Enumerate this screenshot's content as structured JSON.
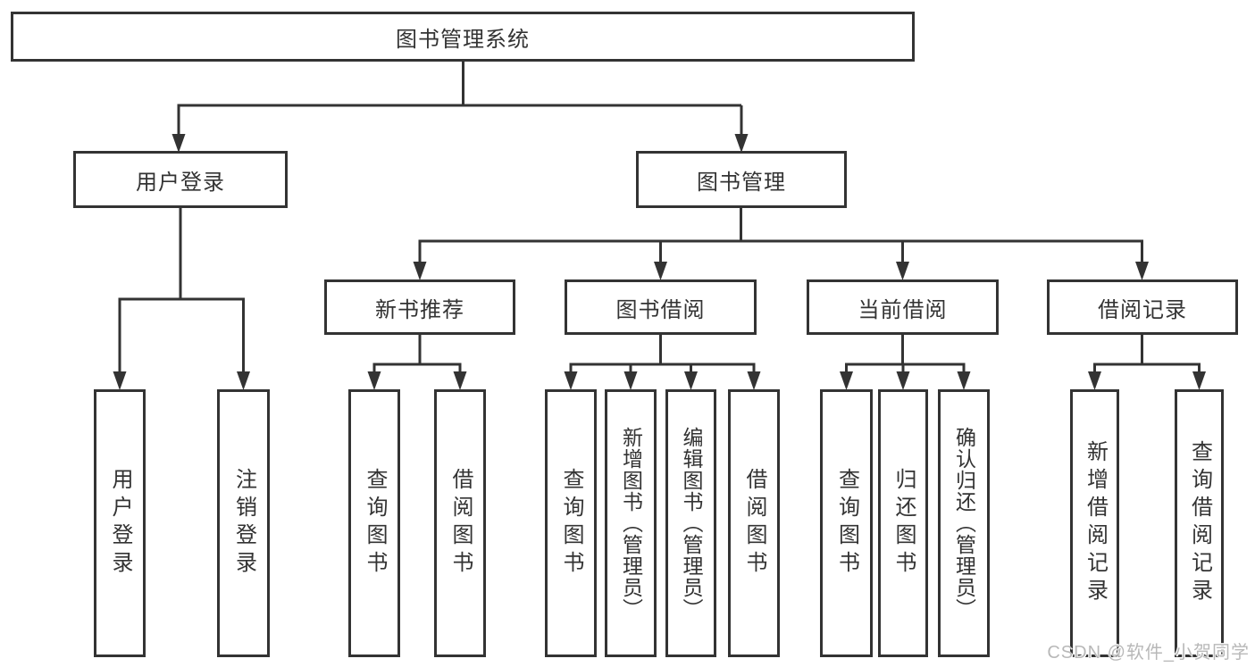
{
  "diagram": {
    "root": {
      "label": "图书管理系统"
    },
    "branches": [
      {
        "label": "用户登录",
        "children": [
          {
            "label": "用户登录"
          },
          {
            "label": "注销登录"
          }
        ]
      },
      {
        "label": "图书管理",
        "children": [
          {
            "label": "新书推荐",
            "children": [
              {
                "label": "查询图书"
              },
              {
                "label": "借阅图书"
              }
            ]
          },
          {
            "label": "图书借阅",
            "children": [
              {
                "label": "查询图书"
              },
              {
                "label": "新增图书（管理员）"
              },
              {
                "label": "编辑图书（管理员）"
              },
              {
                "label": "借阅图书"
              }
            ]
          },
          {
            "label": "当前借阅",
            "children": [
              {
                "label": "查询图书"
              },
              {
                "label": "归还图书"
              },
              {
                "label": "确认归还（管理员）"
              }
            ]
          },
          {
            "label": "借阅记录",
            "children": [
              {
                "label": "新增借阅记录"
              },
              {
                "label": "查询借阅记录"
              }
            ]
          }
        ]
      }
    ]
  },
  "watermark": {
    "text": "CSDN @软件_小贺同学"
  },
  "colors": {
    "line": "#333333",
    "box_border": "#333333",
    "text": "#333333",
    "background": "#ffffff",
    "watermark_text": "#b8b8b8"
  }
}
